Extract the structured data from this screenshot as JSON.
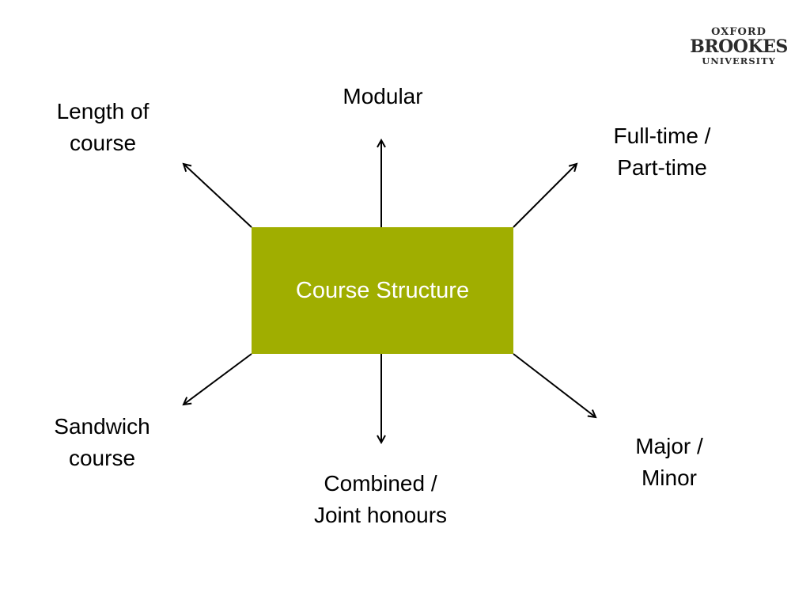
{
  "logo": {
    "line1": "OXFORD",
    "line2": "BROOKES",
    "line3": "UNIVERSITY"
  },
  "diagram": {
    "center_label": "Course Structure",
    "center_color": "#a0ae00",
    "nodes": {
      "modular": [
        "Modular"
      ],
      "length_of_course": [
        "Length of",
        "course"
      ],
      "full_time_part_time": [
        "Full-time /",
        "Part-time"
      ],
      "sandwich_course": [
        "Sandwich",
        "course"
      ],
      "combined_joint_honours": [
        "Combined /",
        "Joint honours"
      ],
      "major_minor": [
        "Major /",
        "Minor"
      ]
    }
  }
}
